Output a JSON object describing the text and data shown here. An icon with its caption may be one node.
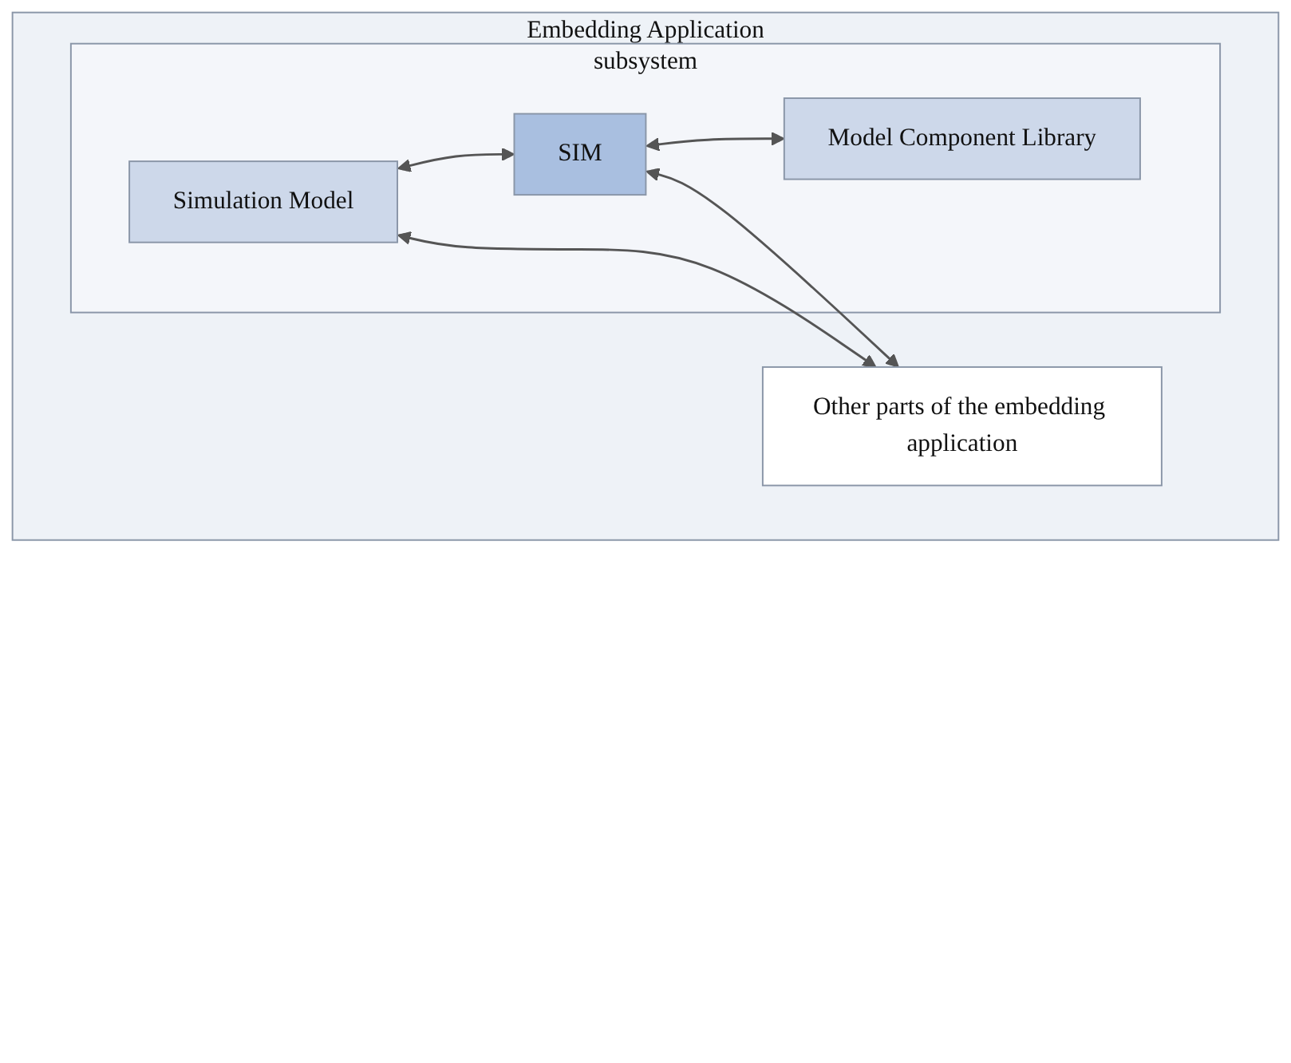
{
  "diagram": {
    "nodes": [
      {
        "text": [
          "Embedding Application"
        ]
      },
      {
        "text": [
          "subsystem"
        ],
        "in": 0
      },
      {
        "text": [
          "Simulation Model"
        ],
        "in": 1
      },
      {
        "text": [
          "SIM"
        ],
        "in": 1
      },
      {
        "text": [
          "Model Component Library"
        ],
        "in": 1
      },
      {
        "text": [
          "Other parts of the embedding application"
        ],
        "in": 0
      }
    ],
    "edges": [
      {
        "from": 2,
        "to": 3,
        "arrow": "both"
      },
      {
        "from": 3,
        "to": 5,
        "arrow": "both"
      },
      {
        "from": 2,
        "to": 5,
        "arrow": "both"
      },
      {
        "from": 3,
        "to": 4,
        "arrow": "both"
      }
    ]
  }
}
